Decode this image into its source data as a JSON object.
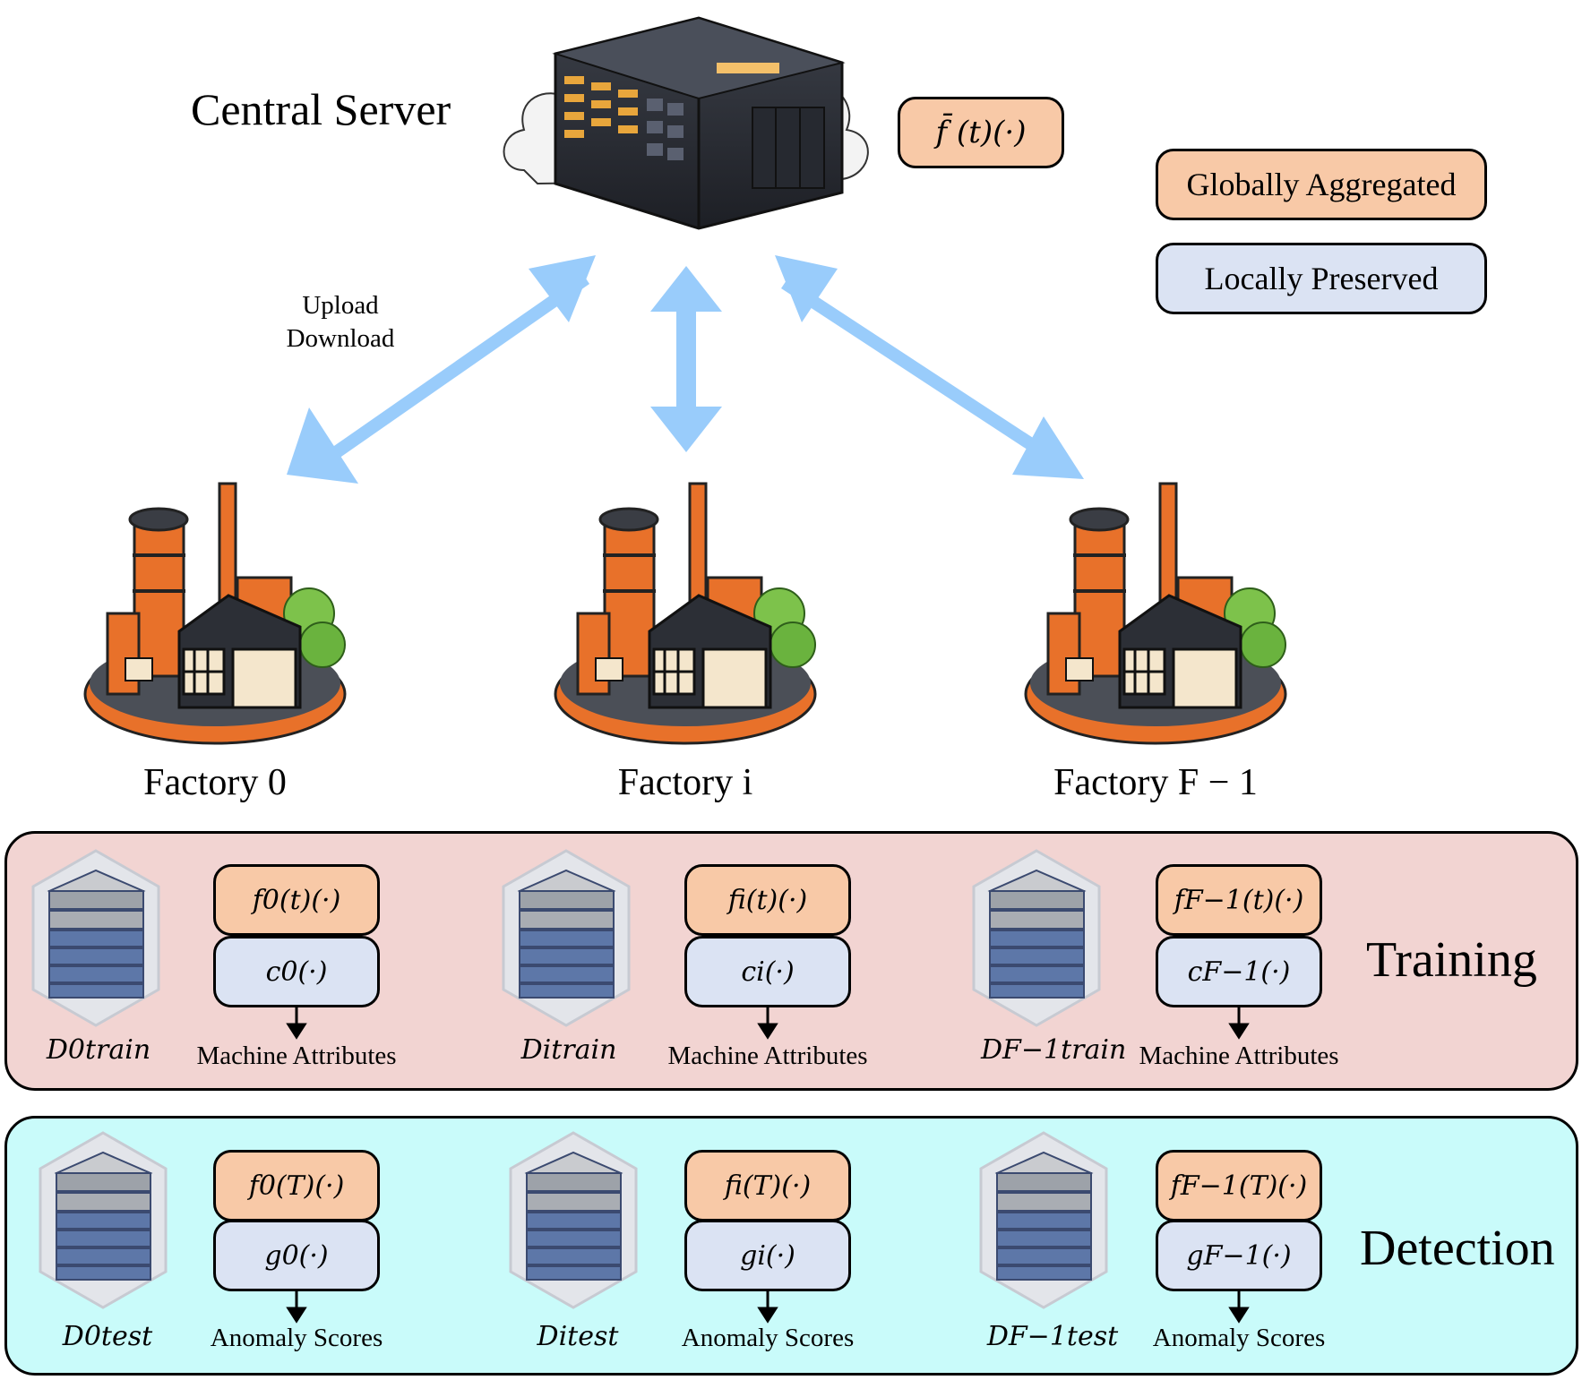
{
  "header": {
    "server_label": "Central Server",
    "upload_label": "Upload",
    "download_label": "Download",
    "global_model": "f̄ (t)(·)"
  },
  "legend": {
    "global": "Globally Aggregated",
    "local": "Locally Preserved"
  },
  "factories": [
    {
      "label": "Factory 0"
    },
    {
      "label": "Factory i"
    },
    {
      "label": "Factory F − 1"
    }
  ],
  "training": {
    "label": "Training",
    "clients": [
      {
        "model": "f0(t)(·)",
        "head": "c0(·)",
        "data": "D0train",
        "output": "Machine Attributes"
      },
      {
        "model": "fi(t)(·)",
        "head": "ci(·)",
        "data": "Ditrain",
        "output": "Machine Attributes"
      },
      {
        "model": "fF−1(t)(·)",
        "head": "cF−1(·)",
        "data": "DF−1train",
        "output": "Machine Attributes"
      }
    ]
  },
  "detection": {
    "label": "Detection",
    "clients": [
      {
        "model": "f0(T)(·)",
        "head": "g0(·)",
        "data": "D0test",
        "output": "Anomaly Scores"
      },
      {
        "model": "fi(T)(·)",
        "head": "gi(·)",
        "data": "Ditest",
        "output": "Anomaly Scores"
      },
      {
        "model": "fF−1(T)(·)",
        "head": "gF−1(·)",
        "data": "DF−1test",
        "output": "Anomaly Scores"
      }
    ]
  },
  "colors": {
    "global_fill": "#f8c9a7",
    "local_fill": "#dbe3f3",
    "training_bg": "#f2d4d2",
    "detection_bg": "#c9fbfa",
    "arrow": "#99ccfb"
  }
}
